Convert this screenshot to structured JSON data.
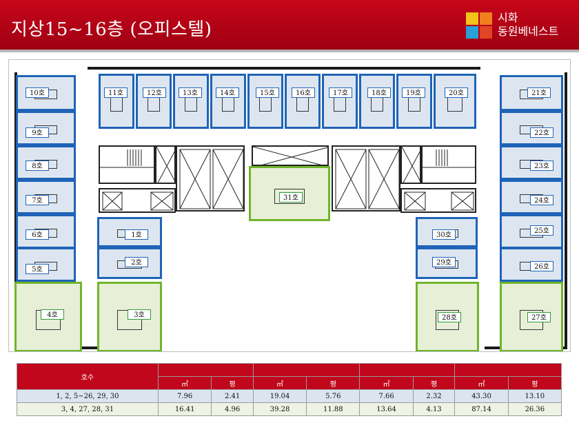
{
  "header": {
    "title": "지상15~16층 (오피스텔)",
    "brand_line1": "시화",
    "brand_line2": "동원베네스트",
    "colors": {
      "bar": "#b3031a",
      "unit_blue": "#1f63b8",
      "unit_green": "#6fb52b"
    }
  },
  "plan": {
    "units": [
      {
        "label": "10호",
        "kind": "blue"
      },
      {
        "label": "11호",
        "kind": "blue"
      },
      {
        "label": "12호",
        "kind": "blue"
      },
      {
        "label": "13호",
        "kind": "blue"
      },
      {
        "label": "14호",
        "kind": "blue"
      },
      {
        "label": "15호",
        "kind": "blue"
      },
      {
        "label": "16호",
        "kind": "blue"
      },
      {
        "label": "17호",
        "kind": "blue"
      },
      {
        "label": "18호",
        "kind": "blue"
      },
      {
        "label": "19호",
        "kind": "blue"
      },
      {
        "label": "20호",
        "kind": "blue"
      },
      {
        "label": "21호",
        "kind": "blue"
      },
      {
        "label": "9호",
        "kind": "blue"
      },
      {
        "label": "8호",
        "kind": "blue"
      },
      {
        "label": "7호",
        "kind": "blue"
      },
      {
        "label": "6호",
        "kind": "blue"
      },
      {
        "label": "5호",
        "kind": "blue"
      },
      {
        "label": "1호",
        "kind": "blue"
      },
      {
        "label": "2호",
        "kind": "blue"
      },
      {
        "label": "22호",
        "kind": "blue"
      },
      {
        "label": "23호",
        "kind": "blue"
      },
      {
        "label": "24호",
        "kind": "blue"
      },
      {
        "label": "25호",
        "kind": "blue"
      },
      {
        "label": "26호",
        "kind": "blue"
      },
      {
        "label": "30호",
        "kind": "blue"
      },
      {
        "label": "29호",
        "kind": "blue"
      },
      {
        "label": "31호",
        "kind": "green"
      },
      {
        "label": "4호",
        "kind": "green"
      },
      {
        "label": "3호",
        "kind": "green"
      },
      {
        "label": "28호",
        "kind": "green"
      },
      {
        "label": "27호",
        "kind": "green"
      }
    ]
  },
  "table": {
    "header": "호수",
    "units": [
      "㎡",
      "평",
      "㎡",
      "평",
      "㎡",
      "평",
      "㎡",
      "평"
    ],
    "rows": [
      {
        "rooms": "1, 2, 5~26, 29, 30",
        "values": [
          "7.96",
          "2.41",
          "19.04",
          "5.76",
          "7.66",
          "2.32",
          "43.30",
          "13.10"
        ]
      },
      {
        "rooms": "3, 4, 27, 28, 31",
        "values": [
          "16.41",
          "4.96",
          "39.28",
          "11.88",
          "13.64",
          "4.13",
          "87.14",
          "26.36"
        ]
      }
    ]
  }
}
